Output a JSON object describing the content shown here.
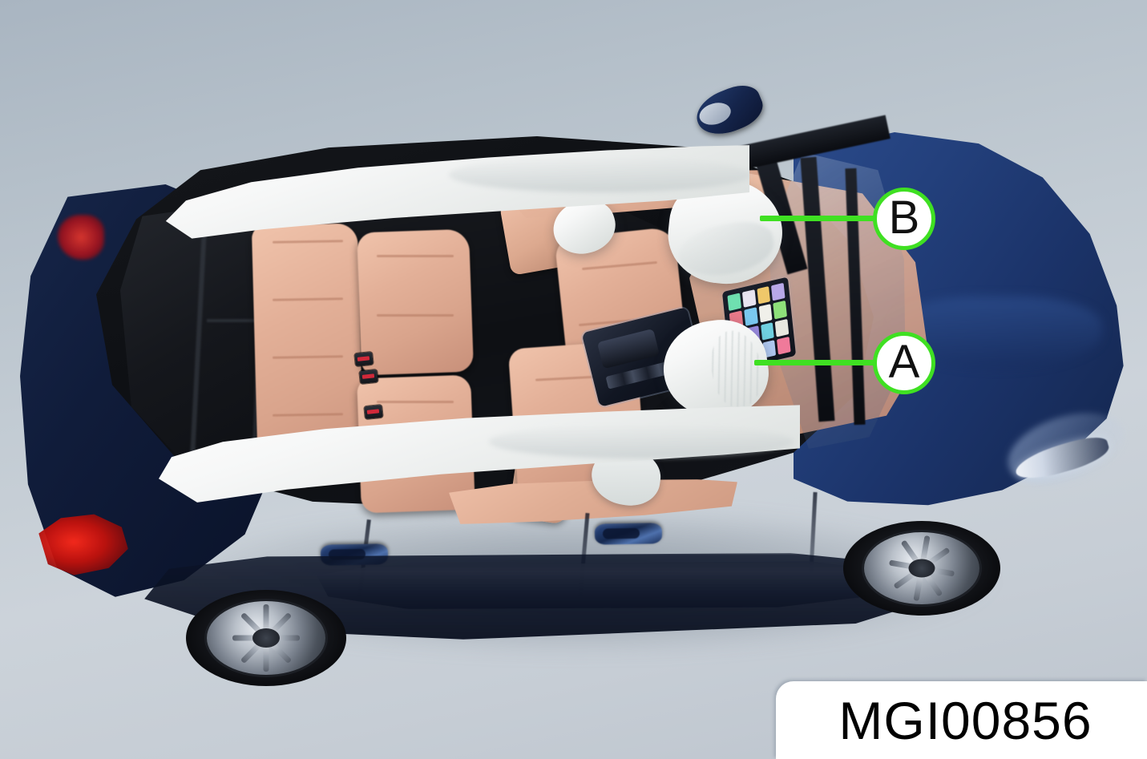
{
  "illustration": {
    "subject": "suv-airbag-deployment-cutaway",
    "vehicle_body_color": "#1d3a70",
    "interior_color": "#e3b098",
    "airbag_color": "#ffffff",
    "background_color_top": "#a9b5c1",
    "background_color_bottom": "#c6cdd5",
    "callout_ring_color": "#3fe022",
    "callout_text_color": "#111111"
  },
  "callouts": [
    {
      "id": "B",
      "label": "B",
      "leader": "passenger-front-airbag"
    },
    {
      "id": "A",
      "label": "A",
      "leader": "driver-front-airbag"
    }
  ],
  "reference": {
    "code": "MGI00856"
  },
  "parts": {
    "curtain_airbag_upper": "curtain-airbag-upper",
    "curtain_airbag_lower": "curtain-airbag-lower",
    "driver_front_airbag": "driver-front-airbag",
    "passenger_front_airbag": "passenger-front-airbag",
    "side_torso_airbag_front": "side-torso-airbag-front",
    "side_torso_airbag_rear": "side-torso-airbag-rear"
  }
}
